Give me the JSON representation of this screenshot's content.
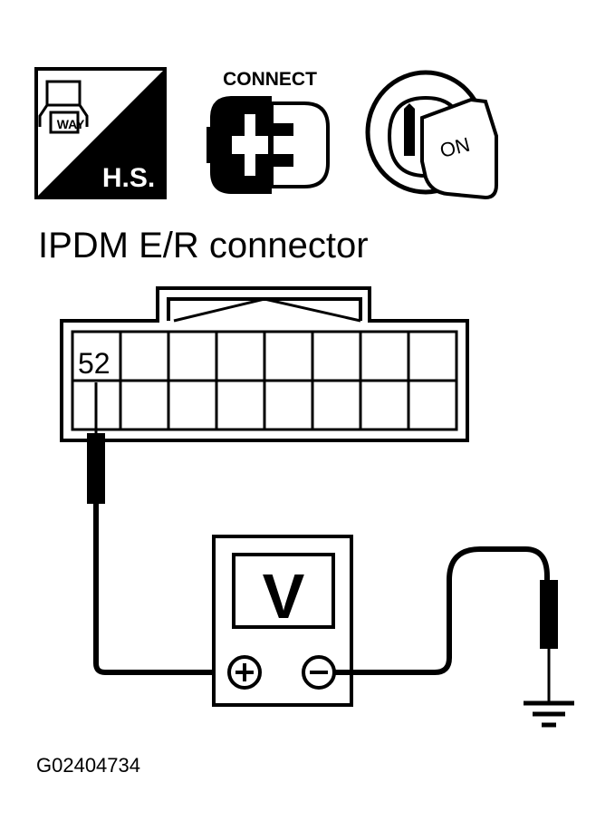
{
  "icons": {
    "hs_label": "H.S.",
    "wavy_label": "WAY",
    "connect_label": "CONNECT",
    "ignition_label": "ON"
  },
  "connector": {
    "title": "IPDM E/R connector",
    "terminal": "52"
  },
  "meter": {
    "symbol": "V",
    "positive": "+",
    "negative": "−"
  },
  "figure_id": "G02404734"
}
